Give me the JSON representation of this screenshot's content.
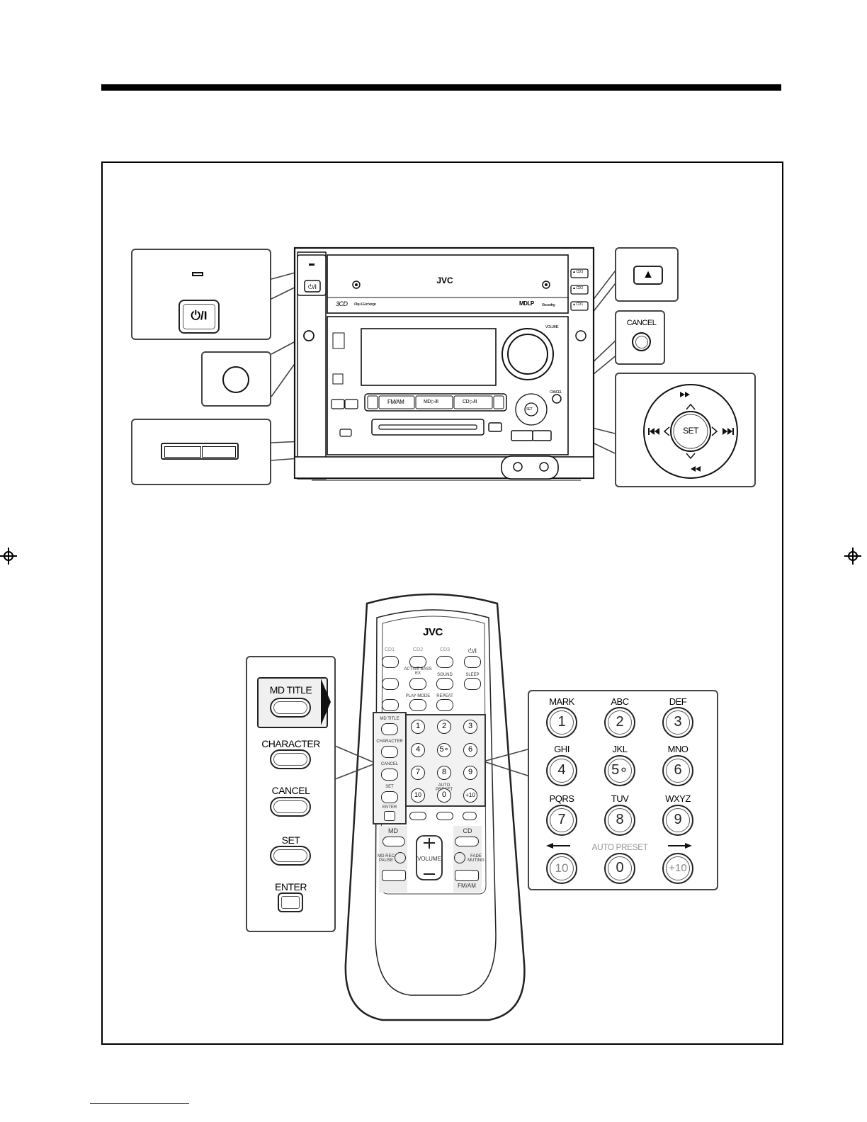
{
  "main_unit": {
    "brand": "JVC",
    "power_button": "⏻/I",
    "cd_label": "3CD",
    "cd_sub": "Play & Exchange",
    "md_label": "MDLP",
    "md_sub": "Recording",
    "volume_label": "VOLUME",
    "cancel_label": "CANCEL",
    "set_label": "SET",
    "fm_am": "FM/AM",
    "md_play": "MD ▷/II",
    "cd_play": "CD ▷/II",
    "disc_buttons": [
      "▲ CD 3",
      "▲ CD 2",
      "▲ CD 1"
    ]
  },
  "callouts": {
    "cancel_label": "CANCEL",
    "set_label": "SET",
    "eject_icon": "▲"
  },
  "remote": {
    "brand": "JVC",
    "top_labels": [
      "CD1",
      "CD2",
      "CD3",
      "⏻/I"
    ],
    "row2_labels": [
      "ACTIVE BASS EX",
      "SOUND",
      "SLEEP"
    ],
    "row3_labels": [
      "PLAY MODE",
      "REPEAT"
    ],
    "side_labels": [
      "MD TITLE",
      "CHARACTER",
      "CANCEL",
      "SET",
      "ENTER"
    ],
    "md_label": "MD",
    "cd_label": "CD",
    "volume_label": "VOLUME",
    "md_rec_pause": "MD REC PAUSE",
    "fade_muting": "FADE MUTING",
    "fm_am": "FM/AM",
    "auto_preset": "AUTO PRESET"
  },
  "left_callout": {
    "labels": [
      "MD TITLE",
      "CHARACTER",
      "CANCEL",
      "SET",
      "ENTER"
    ]
  },
  "keypad": {
    "auto_preset": "AUTO PRESET",
    "keys": [
      {
        "label": "MARK",
        "num": "1"
      },
      {
        "label": "ABC",
        "num": "2"
      },
      {
        "label": "DEF",
        "num": "3"
      },
      {
        "label": "GHI",
        "num": "4"
      },
      {
        "label": "JKL",
        "num": "5∘"
      },
      {
        "label": "MNO",
        "num": "6"
      },
      {
        "label": "PQRS",
        "num": "7"
      },
      {
        "label": "TUV",
        "num": "8"
      },
      {
        "label": "WXYZ",
        "num": "9"
      },
      {
        "label": "",
        "num": "10"
      },
      {
        "label": "",
        "num": "0"
      },
      {
        "label": "",
        "num": "+10"
      }
    ]
  }
}
